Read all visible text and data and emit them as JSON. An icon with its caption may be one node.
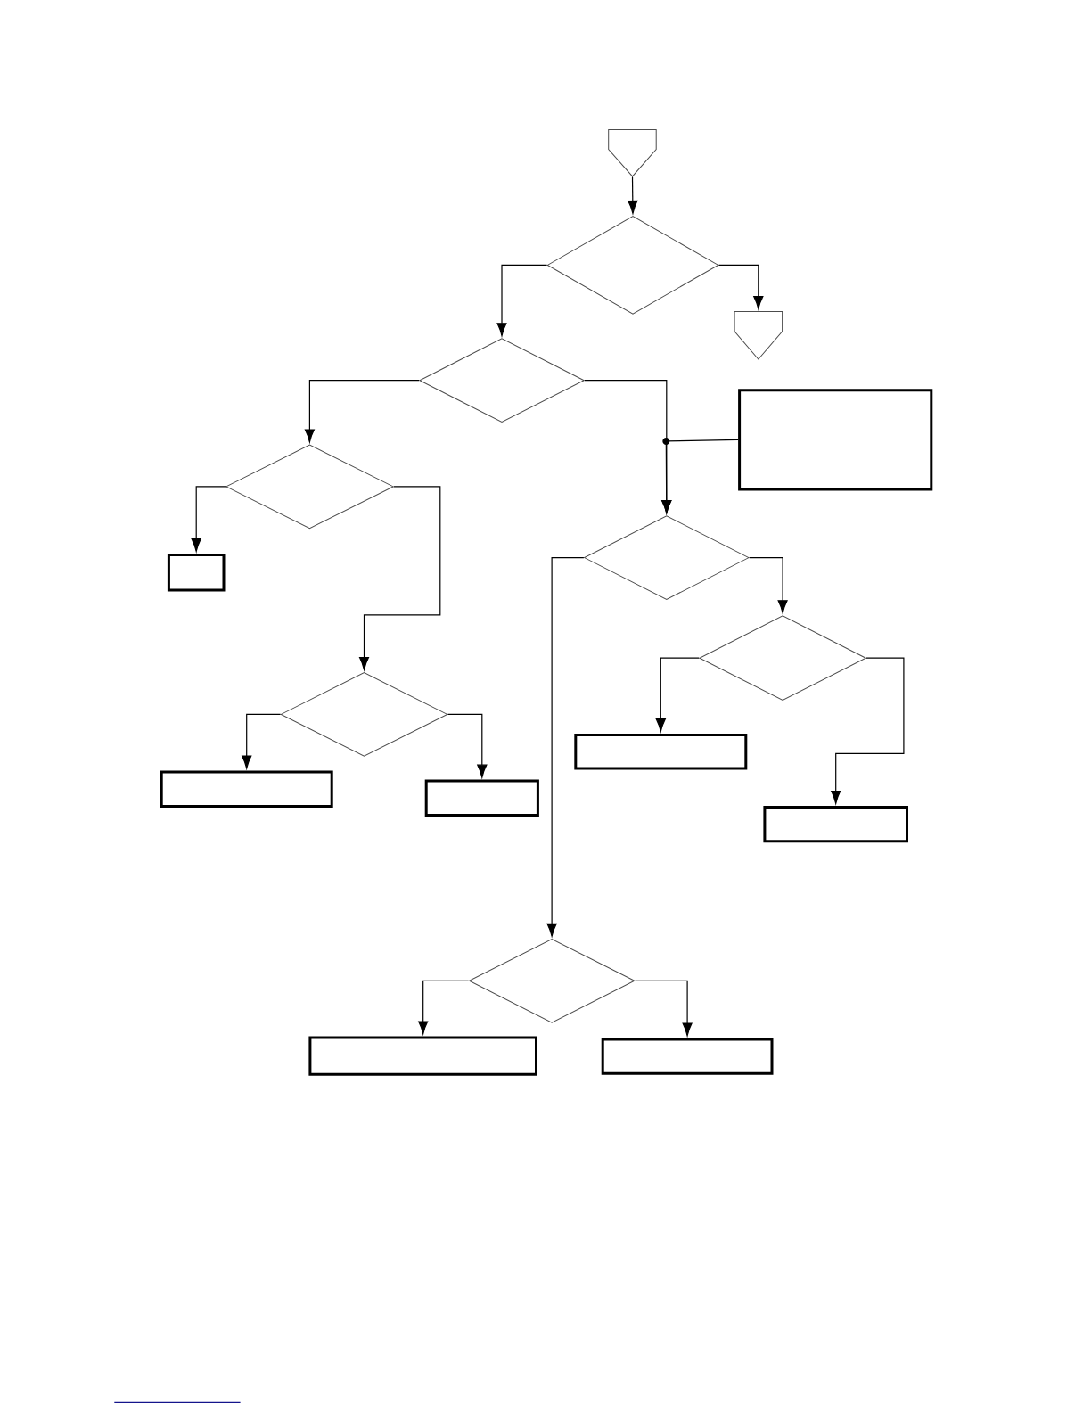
{
  "diagram": {
    "nodes": [
      {
        "text": [],
        "shape": "pentagon"
      },
      {
        "text": [],
        "shape": "diamond"
      },
      {
        "text": [],
        "shape": "pentagon"
      },
      {
        "text": [],
        "shape": "diamond"
      },
      {
        "text": [],
        "shape": "box"
      },
      {
        "text": [],
        "shape": "diamond"
      },
      {
        "text": [],
        "shape": "box"
      },
      {
        "text": [],
        "shape": "diamond"
      },
      {
        "text": [],
        "shape": "diamond"
      },
      {
        "text": [],
        "shape": "diamond"
      },
      {
        "text": [],
        "shape": "box"
      },
      {
        "text": [],
        "shape": "box"
      },
      {
        "text": [],
        "shape": "box"
      },
      {
        "text": [],
        "shape": "box"
      },
      {
        "text": [],
        "shape": "diamond"
      },
      {
        "text": [],
        "shape": "box"
      },
      {
        "text": [],
        "shape": "box"
      }
    ],
    "edges": [
      {
        "from": 0,
        "to": 1,
        "arrow": "to"
      },
      {
        "from": 1,
        "to": 3,
        "arrow": "to"
      },
      {
        "from": 1,
        "to": 2,
        "arrow": "to"
      },
      {
        "from": 3,
        "to": 5,
        "arrow": "to"
      },
      {
        "from": 3,
        "to": 7,
        "arrow": "to"
      },
      {
        "from": 4,
        "to": 7,
        "arrow": "to"
      },
      {
        "from": 5,
        "to": 6,
        "arrow": "to"
      },
      {
        "from": 5,
        "to": 9,
        "arrow": "to"
      },
      {
        "from": 7,
        "to": 14,
        "arrow": "to"
      },
      {
        "from": 7,
        "to": 8,
        "arrow": "to"
      },
      {
        "from": 8,
        "to": 10,
        "arrow": "to"
      },
      {
        "from": 8,
        "to": 13,
        "arrow": "to"
      },
      {
        "from": 9,
        "to": 11,
        "arrow": "to"
      },
      {
        "from": 9,
        "to": 12,
        "arrow": "to"
      },
      {
        "from": 14,
        "to": 15,
        "arrow": "to"
      },
      {
        "from": 14,
        "to": 16,
        "arrow": "to"
      }
    ]
  }
}
